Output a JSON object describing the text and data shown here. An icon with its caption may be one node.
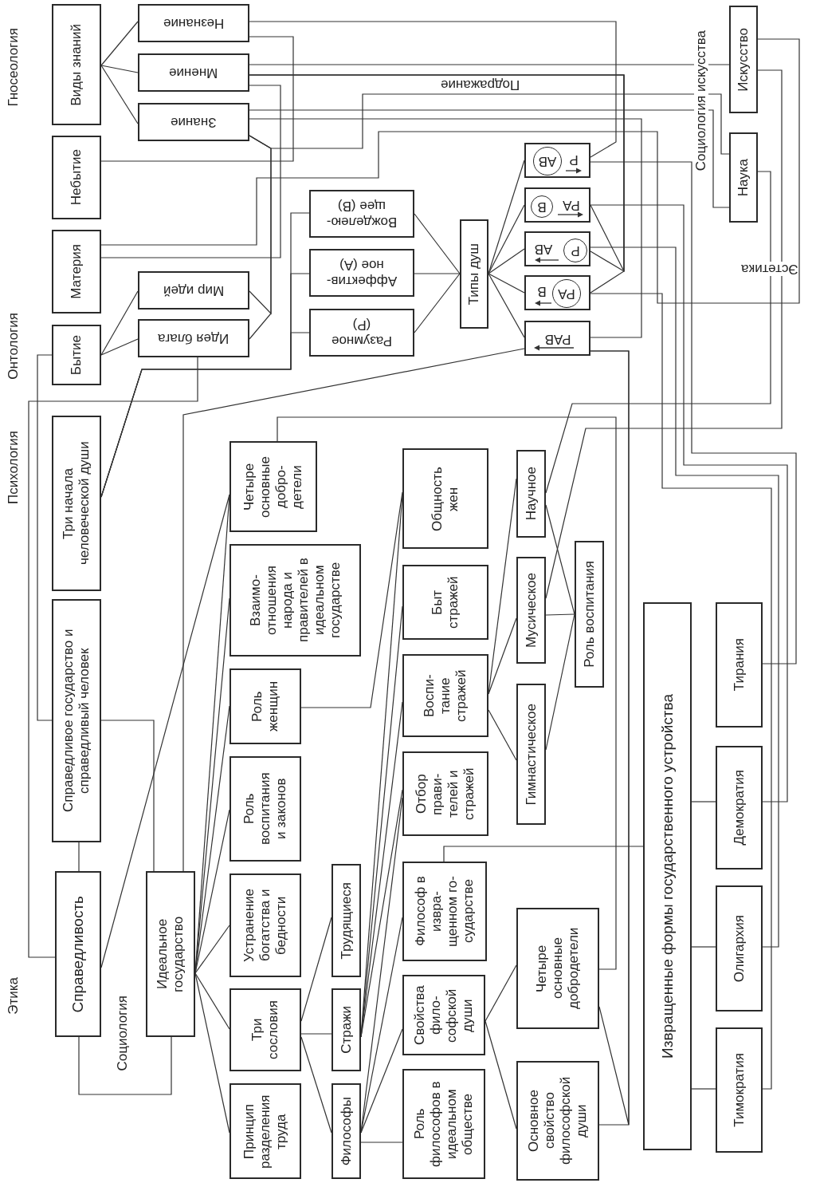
{
  "diagram": {
    "nodes": [
      {
        "text": [
          "Виды знаний"
        ]
      },
      {
        "text": [
          "Небытие"
        ]
      },
      {
        "text": [
          "Материя"
        ]
      },
      {
        "text": [
          "Бытие"
        ]
      },
      {
        "text": [
          "Незнание"
        ]
      },
      {
        "text": [
          "Мнение"
        ]
      },
      {
        "text": [
          "Знание"
        ]
      },
      {
        "text": [
          "Мир идей"
        ]
      },
      {
        "text": [
          "Идея блага"
        ]
      },
      {
        "text": [
          "Вожделею- щее (В)"
        ]
      },
      {
        "text": [
          "Аффектив- ное (А)"
        ]
      },
      {
        "text": [
          "Разумное (Р)"
        ]
      },
      {
        "text": [
          "Типы душ"
        ]
      },
      {
        "text": [
          "Р",
          "АВ"
        ]
      },
      {
        "text": [
          "РА",
          "В"
        ]
      },
      {
        "text": [
          "Р",
          "АВ"
        ]
      },
      {
        "text": [
          "РА",
          "В"
        ]
      },
      {
        "text": [
          "РАВ"
        ]
      },
      {
        "text": [
          "Искусство"
        ]
      },
      {
        "text": [
          "Наука"
        ]
      },
      {
        "text": [
          "Три начала человеческой души"
        ]
      },
      {
        "text": [
          "Справедливое государство и справедливый человек"
        ]
      },
      {
        "text": [
          "Справедливость"
        ]
      },
      {
        "text": [
          "Идеальное государство"
        ]
      },
      {
        "text": [
          "Четыре основные добро- детели"
        ]
      },
      {
        "text": [
          "Взаимо- отношения народа и правителей в идеальном государстве"
        ]
      },
      {
        "text": [
          "Роль женщин"
        ]
      },
      {
        "text": [
          "Роль воспитания и законов"
        ]
      },
      {
        "text": [
          "Устранение богатства и бедности"
        ]
      },
      {
        "text": [
          "Три сословия"
        ]
      },
      {
        "text": [
          "Принцип разделения труда"
        ]
      },
      {
        "text": [
          "Трудящиеся"
        ]
      },
      {
        "text": [
          "Стражи"
        ]
      },
      {
        "text": [
          "Философы"
        ]
      },
      {
        "text": [
          "Общность жен"
        ]
      },
      {
        "text": [
          "Быт стражей"
        ]
      },
      {
        "text": [
          "Воспи- тание стражей"
        ]
      },
      {
        "text": [
          "Отбор прави- телей и стражей"
        ]
      },
      {
        "text": [
          "Философ в извра- щенном го- сударстве"
        ]
      },
      {
        "text": [
          "Свойства фило- софской души"
        ]
      },
      {
        "text": [
          "Роль философов в идеальном обществе"
        ]
      },
      {
        "text": [
          "Научное"
        ]
      },
      {
        "text": [
          "Мусическое"
        ]
      },
      {
        "text": [
          "Гимнастическое"
        ]
      },
      {
        "text": [
          "Роль воспитания"
        ]
      },
      {
        "text": [
          "Четыре основные добродетели"
        ]
      },
      {
        "text": [
          "Основное свойство философской души"
        ]
      },
      {
        "text": [
          "Извращенные формы государственного устройства"
        ]
      },
      {
        "text": [
          "Тирания"
        ]
      },
      {
        "text": [
          "Демократия"
        ]
      },
      {
        "text": [
          "Олигархия"
        ]
      },
      {
        "text": [
          "Тимократия"
        ]
      }
    ],
    "edges": [
      {
        "from": 0,
        "to": 4,
        "arrow": "none"
      },
      {
        "from": 0,
        "to": 5,
        "arrow": "none"
      },
      {
        "from": 0,
        "to": 6,
        "arrow": "none"
      },
      {
        "from": 3,
        "to": 7,
        "arrow": "none"
      },
      {
        "from": 3,
        "to": 8,
        "arrow": "none"
      },
      {
        "from": 6,
        "to": 7,
        "arrow": "none"
      },
      {
        "from": 6,
        "to": 8,
        "arrow": "none"
      },
      {
        "from": 4,
        "to": 13,
        "arrow": "none"
      },
      {
        "from": 1,
        "to": 4,
        "arrow": "none"
      },
      {
        "from": 5,
        "to": 18,
        "arrow": "none"
      },
      {
        "from": 5,
        "to": 14,
        "arrow": "none"
      },
      {
        "from": 5,
        "to": 15,
        "arrow": "none"
      },
      {
        "from": 5,
        "to": 16,
        "arrow": "none"
      },
      {
        "from": 2,
        "to": 5,
        "arrow": "none"
      },
      {
        "from": 6,
        "to": 19,
        "arrow": "none"
      },
      {
        "from": 6,
        "to": 19,
        "arrow": "none"
      },
      {
        "from": 6,
        "to": 17,
        "arrow": "none"
      },
      {
        "from": 2,
        "to": 18,
        "arrow": "none"
      },
      {
        "from": 18,
        "to": 42,
        "arrow": "none"
      },
      {
        "from": 19,
        "to": 41,
        "arrow": "none"
      },
      {
        "from": 44,
        "to": 41,
        "arrow": "none"
      },
      {
        "from": 44,
        "to": 42,
        "arrow": "none"
      },
      {
        "from": 44,
        "to": 43,
        "arrow": "none"
      },
      {
        "from": 36,
        "to": 41,
        "arrow": "none"
      },
      {
        "from": 36,
        "to": 42,
        "arrow": "none"
      },
      {
        "from": 36,
        "to": 43,
        "arrow": "none"
      },
      {
        "from": 13,
        "to": 48,
        "arrow": "none"
      },
      {
        "from": 14,
        "to": 49,
        "arrow": "none"
      },
      {
        "from": 15,
        "to": 50,
        "arrow": "none"
      },
      {
        "from": 16,
        "to": 51,
        "arrow": "none"
      },
      {
        "from": 17,
        "to": 45,
        "arrow": "none"
      },
      {
        "from": 17,
        "to": 46,
        "arrow": "none"
      },
      {
        "from": 24,
        "to": 45,
        "arrow": "none"
      },
      {
        "from": 47,
        "to": 49,
        "arrow": "none"
      },
      {
        "from": 47,
        "to": 50,
        "arrow": "none"
      },
      {
        "from": 47,
        "to": 51,
        "arrow": "none"
      },
      {
        "from": 38,
        "to": 47,
        "arrow": "none"
      },
      {
        "from": 39,
        "to": 45,
        "arrow": "none"
      },
      {
        "from": 39,
        "to": 46,
        "arrow": "none"
      },
      {
        "from": 33,
        "to": 40,
        "arrow": "none"
      },
      {
        "from": 33,
        "to": 37,
        "arrow": "none"
      },
      {
        "from": 33,
        "to": 38,
        "arrow": "none"
      },
      {
        "from": 33,
        "to": 39,
        "arrow": "none"
      },
      {
        "from": 32,
        "to": 34,
        "arrow": "none"
      },
      {
        "from": 32,
        "to": 35,
        "arrow": "none"
      },
      {
        "from": 32,
        "to": 36,
        "arrow": "none"
      },
      {
        "from": 32,
        "to": 37,
        "arrow": "none"
      },
      {
        "from": 29,
        "to": 31,
        "arrow": "none"
      },
      {
        "from": 29,
        "to": 32,
        "arrow": "none"
      },
      {
        "from": 29,
        "to": 33,
        "arrow": "none"
      },
      {
        "from": 23,
        "to": 24,
        "arrow": "none"
      },
      {
        "from": 23,
        "to": 25,
        "arrow": "none"
      },
      {
        "from": 23,
        "to": 26,
        "arrow": "none"
      },
      {
        "from": 23,
        "to": 27,
        "arrow": "none"
      },
      {
        "from": 23,
        "to": 28,
        "arrow": "none"
      },
      {
        "from": 23,
        "to": 29,
        "arrow": "none"
      },
      {
        "from": 23,
        "to": 30,
        "arrow": "none"
      },
      {
        "from": 22,
        "to": 23,
        "arrow": "none"
      },
      {
        "from": 21,
        "to": 22,
        "arrow": "none"
      },
      {
        "from": 8,
        "to": 22,
        "arrow": "none"
      },
      {
        "from": 3,
        "to": 21,
        "arrow": "none"
      },
      {
        "from": 21,
        "to": 23,
        "arrow": "none"
      },
      {
        "from": 22,
        "to": 24,
        "arrow": "none"
      },
      {
        "from": 20,
        "to": 9,
        "arrow": "none"
      },
      {
        "from": 20,
        "to": 10,
        "arrow": "none"
      },
      {
        "from": 20,
        "to": 11,
        "arrow": "none"
      },
      {
        "from": 23,
        "to": 17,
        "arrow": "none"
      },
      {
        "from": 26,
        "to": 34,
        "arrow": "none"
      },
      {
        "from": 12,
        "to": 9,
        "arrow": "none"
      },
      {
        "from": 12,
        "to": 10,
        "arrow": "none"
      },
      {
        "from": 12,
        "to": 11,
        "arrow": "none"
      },
      {
        "from": 12,
        "to": 13,
        "arrow": "none"
      },
      {
        "from": 12,
        "to": 14,
        "arrow": "none"
      },
      {
        "from": 12,
        "to": 15,
        "arrow": "none"
      },
      {
        "from": 12,
        "to": 16,
        "arrow": "none"
      },
      {
        "from": 12,
        "to": 17,
        "arrow": "none"
      }
    ],
    "labels": [
      "Гносеология",
      "Онтология",
      "Психология",
      "Этика",
      "Социология",
      "Подражание",
      "Социология искусства",
      "Эстетика"
    ]
  }
}
